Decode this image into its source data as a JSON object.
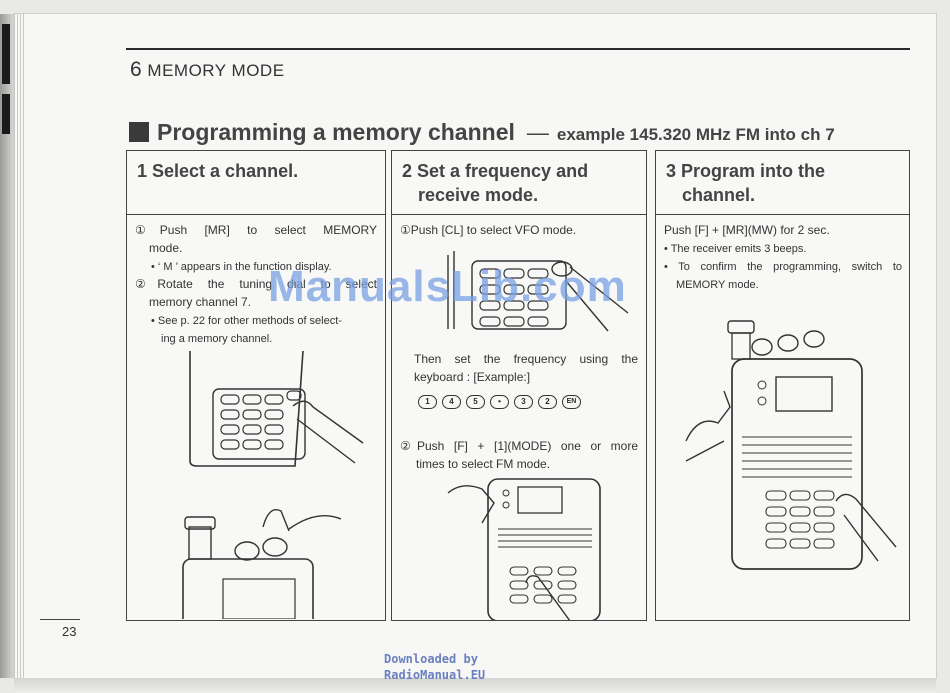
{
  "header": {
    "chapter_number": "6",
    "chapter_title": "MEMORY MODE"
  },
  "section": {
    "title": "Programming a memory channel",
    "dash": "—",
    "example": "example 145.320 MHz FM into ch 7"
  },
  "columns": [
    {
      "heading_line1": "1 Select a channel.",
      "step1": "①Push [MR] to select MEMORY",
      "step1b": "mode.",
      "bullet1": "• ‘ M ’ appears in the function display.",
      "step2": "②Rotate the tuning dial to select",
      "step2b": "memory channel 7.",
      "bullet2a": "• See p. 22 for other methods of select-",
      "bullet2b": "ing a memory channel."
    },
    {
      "heading_line1": "2 Set a frequency and",
      "heading_line2": "receive mode.",
      "step1": "①Push [CL] to select VFO mode.",
      "text1a": "Then set the frequency using the",
      "text1b": "keyboard : [Example:]",
      "keys": [
        "1",
        "4",
        "5",
        "•",
        "3",
        "2",
        "EN"
      ],
      "step2a": "②Push [F] + [1](MODE) one or more",
      "step2b": "times to select FM mode."
    },
    {
      "heading_line1": "3 Program into the",
      "heading_line2": "channel.",
      "step1": "Push [F] + [MR](MW) for 2 sec.",
      "bullet1": "• The receiver emits 3 beeps.",
      "bullet2a": "• To confirm the programming, switch to",
      "bullet2b": "MEMORY mode."
    }
  ],
  "footer": {
    "page_number": "23",
    "downloaded_by": "Downloaded by",
    "source": "RadioManual.EU"
  },
  "watermark": "ManualsLib.com"
}
